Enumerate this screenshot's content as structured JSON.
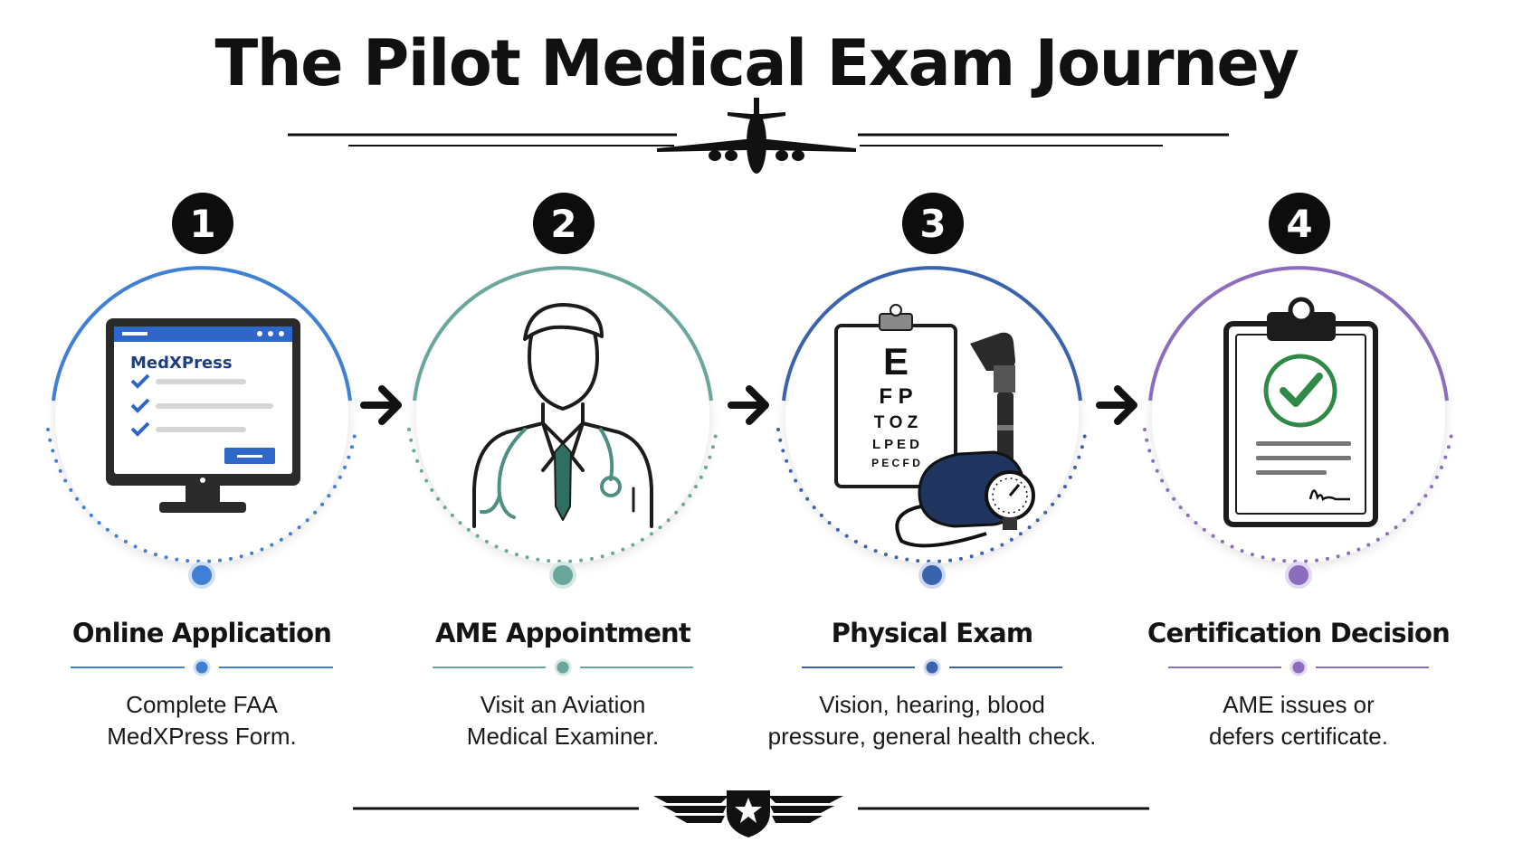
{
  "title": "The Pilot Medical Exam Journey",
  "colors": {
    "blue": "#3f7fd6",
    "teal": "#6aa69a",
    "navy": "#3a63ae",
    "purple": "#8c6dbd",
    "dark": "#111111"
  },
  "steps": [
    {
      "number": "1",
      "title": "Online Application",
      "description_line1": "Complete FAA",
      "description_line2": "MedXPress Form.",
      "icon": "computer-monitor-icon",
      "screen_label": "MedXPress",
      "accent": "blue"
    },
    {
      "number": "2",
      "title": "AME Appointment",
      "description_line1": "Visit an Aviation",
      "description_line2": "Medical Examiner.",
      "icon": "doctor-stethoscope-icon",
      "accent": "teal"
    },
    {
      "number": "3",
      "title": "Physical Exam",
      "description_line1": "Vision, hearing, blood",
      "description_line2": "pressure, general health check.",
      "icon": "eye-chart-otoscope-bp-cuff-icon",
      "eye_chart_rows": [
        "E",
        "F P",
        "T O Z",
        "L P E D",
        "P E C F D"
      ],
      "accent": "navy"
    },
    {
      "number": "4",
      "title": "Certification Decision",
      "description_line1": "AME issues or",
      "description_line2": "defers certificate.",
      "icon": "clipboard-checkmark-icon",
      "accent": "purple"
    }
  ],
  "decorations": {
    "header_icon": "airplane-icon",
    "footer_icon": "pilot-wings-star-icon",
    "arrow_icon": "arrow-right-icon"
  }
}
